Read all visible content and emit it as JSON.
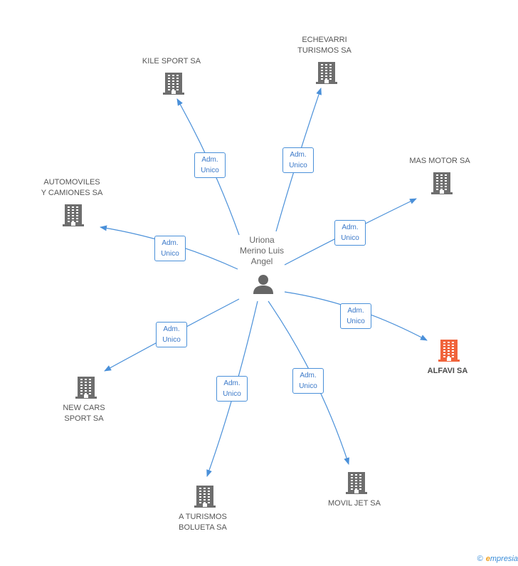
{
  "center": {
    "name": "Uriona\nMerino Luis\nAngel"
  },
  "nodes": [
    {
      "name": "KILE SPORT SA",
      "highlight": false
    },
    {
      "name": "ECHEVARRI\nTURISMOS SA",
      "highlight": false
    },
    {
      "name": "MAS MOTOR SA",
      "highlight": false
    },
    {
      "name": "AUTOMOVILES\nY CAMIONES SA",
      "highlight": false
    },
    {
      "name": "ALFAVI SA",
      "highlight": true
    },
    {
      "name": "NEW CARS\nSPORT SA",
      "highlight": false
    },
    {
      "name": "A TURISMOS\nBOLUETA SA",
      "highlight": false
    },
    {
      "name": "MOVIL JET SA",
      "highlight": false
    }
  ],
  "edges": [
    {
      "label": "Adm.\nUnico"
    },
    {
      "label": "Adm.\nUnico"
    },
    {
      "label": "Adm.\nUnico"
    },
    {
      "label": "Adm.\nUnico"
    },
    {
      "label": "Adm.\nUnico"
    },
    {
      "label": "Adm.\nUnico"
    },
    {
      "label": "Adm.\nUnico"
    },
    {
      "label": "Adm.\nUnico"
    }
  ],
  "footer": {
    "copyright": "©",
    "brand_first": "e",
    "brand_rest": "mpresia"
  },
  "colors": {
    "edge": "#4a90d9",
    "building": "#6e6e6e",
    "highlight_building": "#f0643c",
    "person": "#666666"
  }
}
